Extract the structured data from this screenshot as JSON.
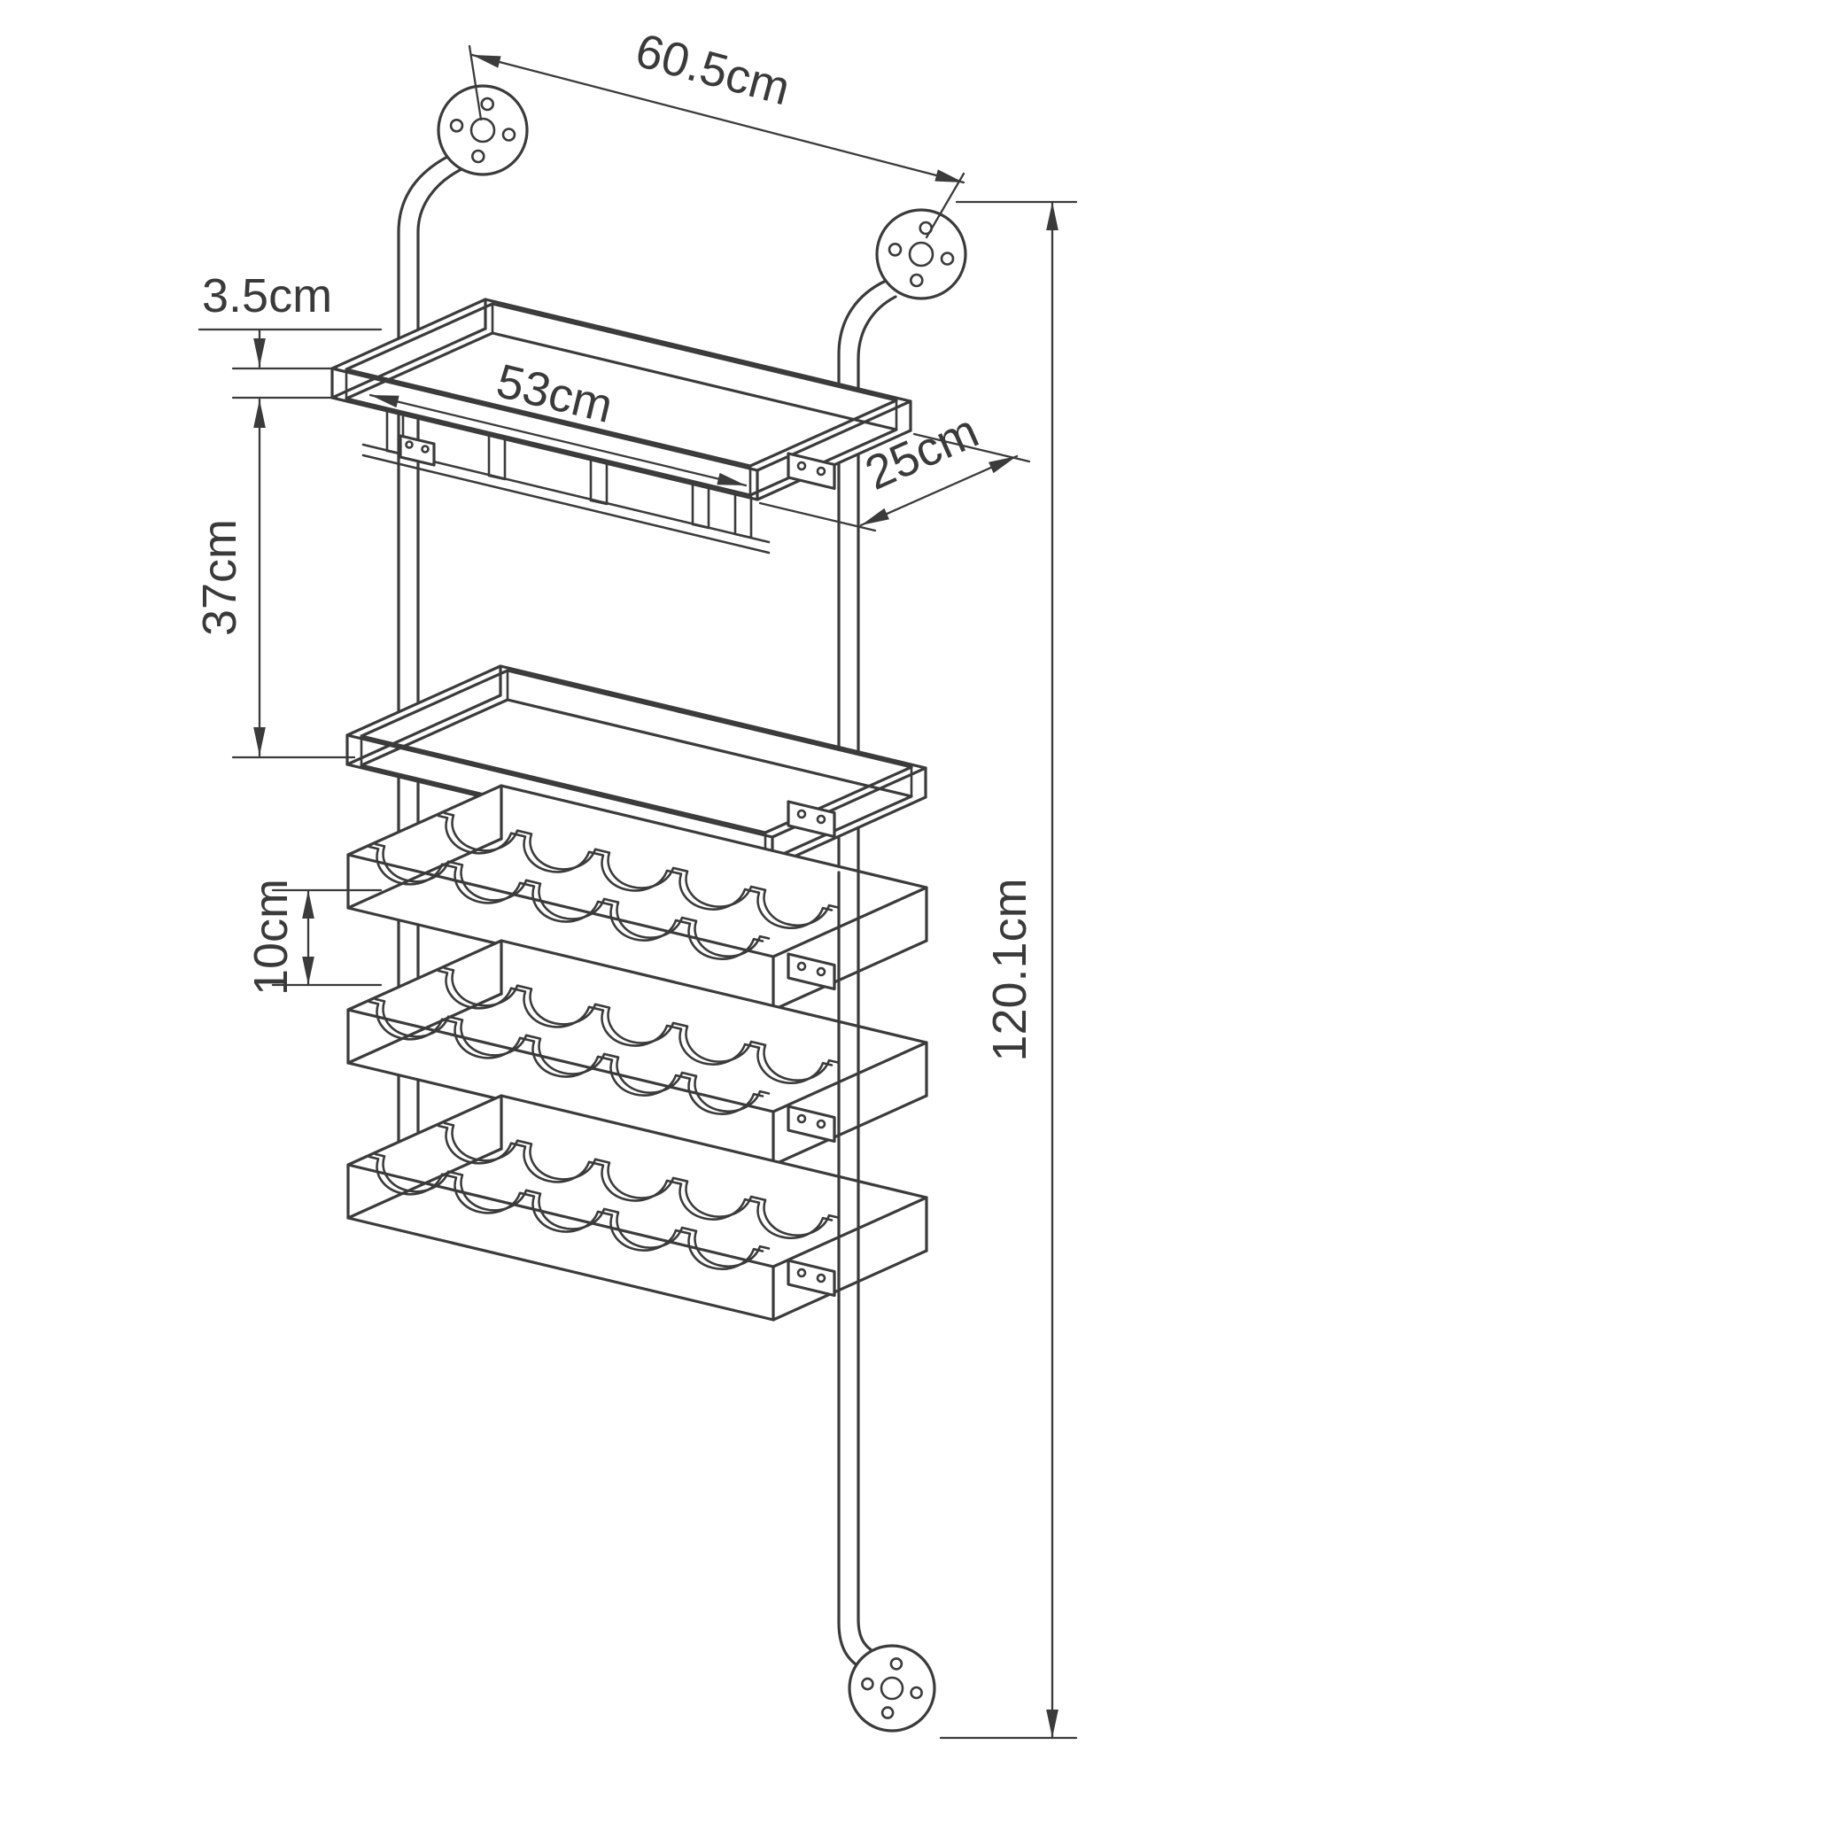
{
  "drawing": {
    "colors": {
      "line": "#3b3b3b",
      "background": "#ffffff"
    },
    "dims": {
      "top_width": "60.5cm",
      "lip_height": "3.5cm",
      "shelf_length": "53cm",
      "shelf_depth": "25cm",
      "shelf_spacing": "37cm",
      "rack_spacing": "10cm",
      "total_height": "120.1cm"
    }
  }
}
